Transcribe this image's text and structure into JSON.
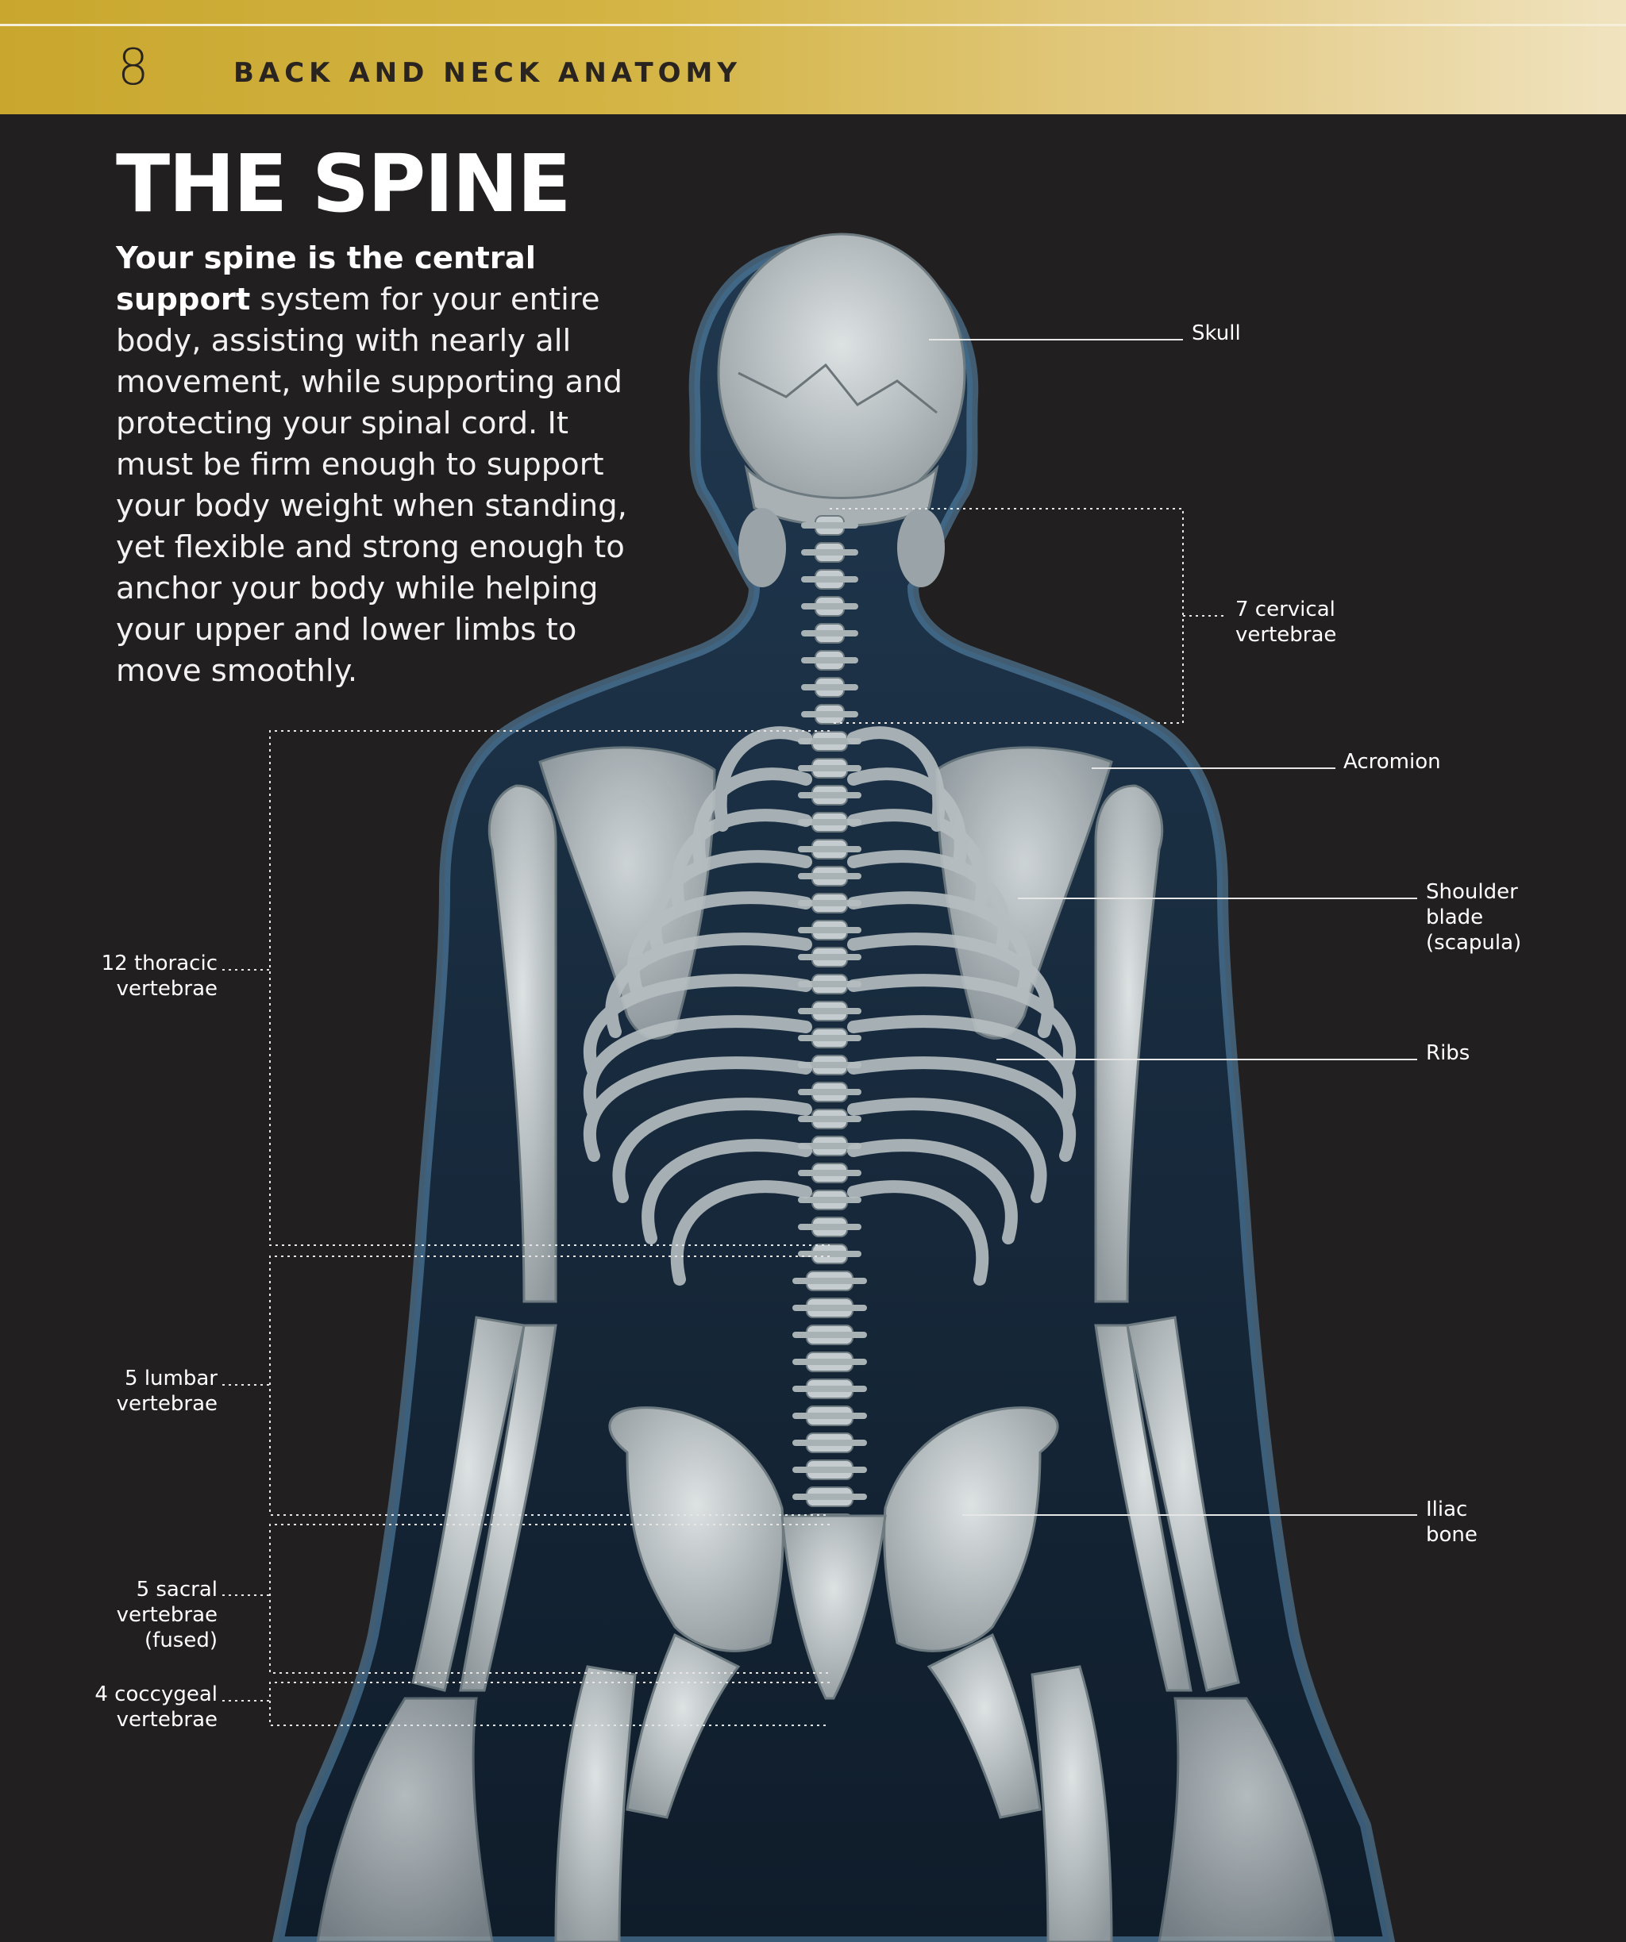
{
  "header": {
    "page_number": "8",
    "running_title": "BACK AND NECK ANATOMY"
  },
  "title": "THE SPINE",
  "intro": {
    "lead": "Your spine is the central support",
    "body": "system for your entire body, assisting with nearly all movement, while supporting and protecting your spinal cord. It must be firm enough to support your body weight when standing, yet flexible and strong enough to anchor your body while helping your upper and lower limbs to move smoothly."
  },
  "labels": {
    "skull": "Skull",
    "cervical": "7 cervical\nvertebrae",
    "acromion": "Acromion",
    "shoulder_blade": "Shoulder\nblade\n(scapula)",
    "ribs": "Ribs",
    "iliac": "Iliac\nbone",
    "thoracic": "12 thoracic\nvertebrae",
    "lumbar": "5 lumbar\nvertebrae",
    "sacral": "5 sacral\nvertebrae\n(fused)",
    "coccygeal": "4 coccygeal\nvertebrae"
  },
  "colors": {
    "background": "#221f20",
    "header_gold": "#c9a72e",
    "body_glow": "#4f7fa6",
    "bone": "#c9d0d2",
    "leader_line": "#e6e6e6"
  }
}
